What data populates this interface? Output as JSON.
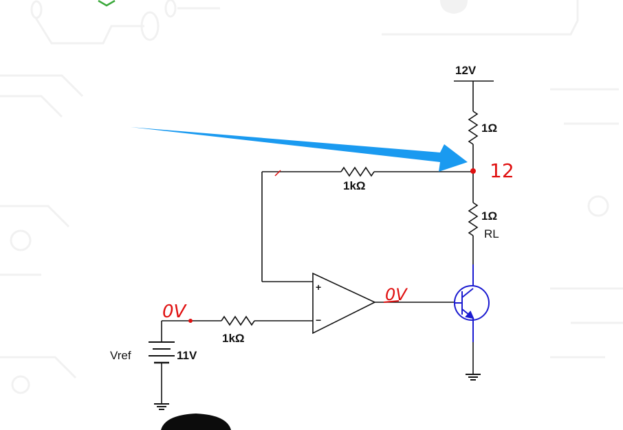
{
  "diagram": {
    "supply": {
      "label": "12V"
    },
    "r_top": {
      "label": "1Ω"
    },
    "r_load": {
      "label": "1Ω",
      "name": "RL"
    },
    "r_feedback": {
      "label": "1kΩ"
    },
    "r_input": {
      "label": "1kΩ"
    },
    "vref": {
      "name": "Vref",
      "value": "11V"
    },
    "opamp": {
      "plus": "+",
      "minus": "−"
    },
    "annotations": {
      "input_node": "0V",
      "output_node": "0V",
      "collector_node": "12"
    },
    "colors": {
      "wire": "#111111",
      "transistor": "#1a1ad0",
      "arrow": "#1a9af0",
      "annotation": "#e01010"
    }
  }
}
